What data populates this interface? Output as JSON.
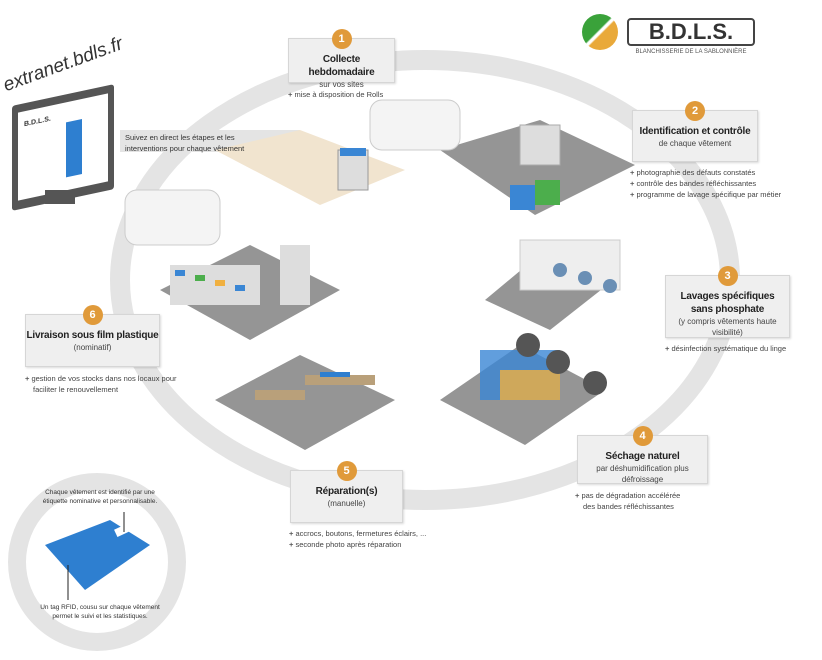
{
  "logo": {
    "name": "B.D.L.S.",
    "tagline": "BLANCHISSERIE DE LA SABLONNIÈRE"
  },
  "extranet": {
    "url": "extranet.bdls.fr",
    "screen_logo": "B.D.L.S.",
    "follow_text_1": "Suivez en direct les étapes et les",
    "follow_text_2": "interventions pour chaque vêtement"
  },
  "steps": [
    {
      "number": "1",
      "title": "Collecte hebdomadaire",
      "subtitle": "sur vos sites",
      "bullets": [
        "mise à disposition de Rolls"
      ]
    },
    {
      "number": "2",
      "title": "Identification et contrôle",
      "subtitle": "de chaque vêtement",
      "bullets": [
        "photographie des défauts constatés",
        "contrôle des bandes réfléchissantes",
        "programme de lavage spécifique par métier"
      ]
    },
    {
      "number": "3",
      "title": "Lavages spécifiques",
      "title2": "sans phosphate",
      "subtitle": "(y compris vêtements haute visibilité)",
      "bullets": [
        "désinfection systématique du linge"
      ]
    },
    {
      "number": "4",
      "title": "Séchage naturel",
      "subtitle": "par déshumidification plus défroissage",
      "bullets": [
        "pas de dégradation accélérée",
        "des bandes réfléchissantes"
      ]
    },
    {
      "number": "5",
      "title": "Réparation(s)",
      "subtitle": "(manuelle)",
      "bullets": [
        "accrocs, boutons, fermetures éclairs, ...",
        "seconde photo après réparation"
      ]
    },
    {
      "number": "6",
      "title": "Livraison sous film plastique",
      "subtitle": "(nominatif)",
      "bullets": [
        "gestion de vos stocks dans nos locaux pour",
        "faciliter le renouvellement"
      ]
    }
  ],
  "package": {
    "label_note_1": "Chaque vêtement est identifié par une",
    "label_note_2": "étiquette nominative et personnalisable.",
    "rfid_note_1": "Un tag RFID, cousu sur chaque vêtement",
    "rfid_note_2": "permet le suivi et les statistiques."
  },
  "colors": {
    "accent": "#e09a3a",
    "ring": "#e3e3e3",
    "floor": "#8e8e8e",
    "garment": "#2e7fd0"
  }
}
